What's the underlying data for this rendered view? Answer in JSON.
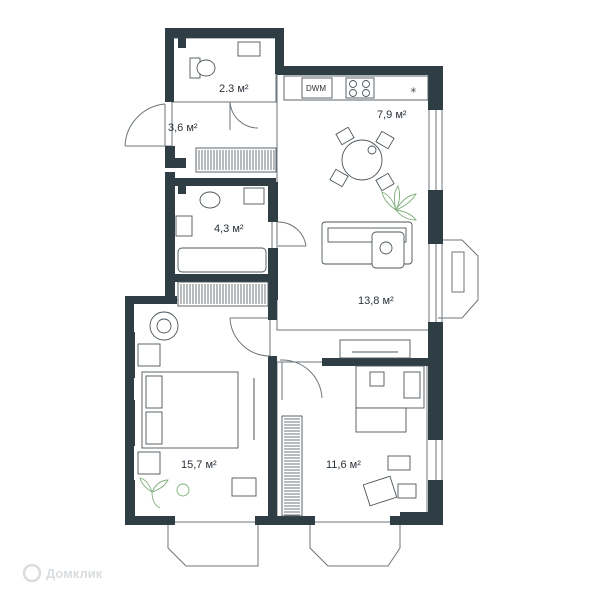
{
  "rooms": {
    "wc": "2.3 м²",
    "hall": "3,6 м²",
    "kitchen": "7,9 м²",
    "bathroom": "4,3 м²",
    "living": "13,8 м²",
    "bedroom_large": "15,7 м²",
    "bedroom_small": "11,6 м²"
  },
  "appliance_label": "DWM",
  "watermark": "Домклик",
  "colors": {
    "wall": "#2f3d45",
    "plant": "#7fae7a"
  }
}
